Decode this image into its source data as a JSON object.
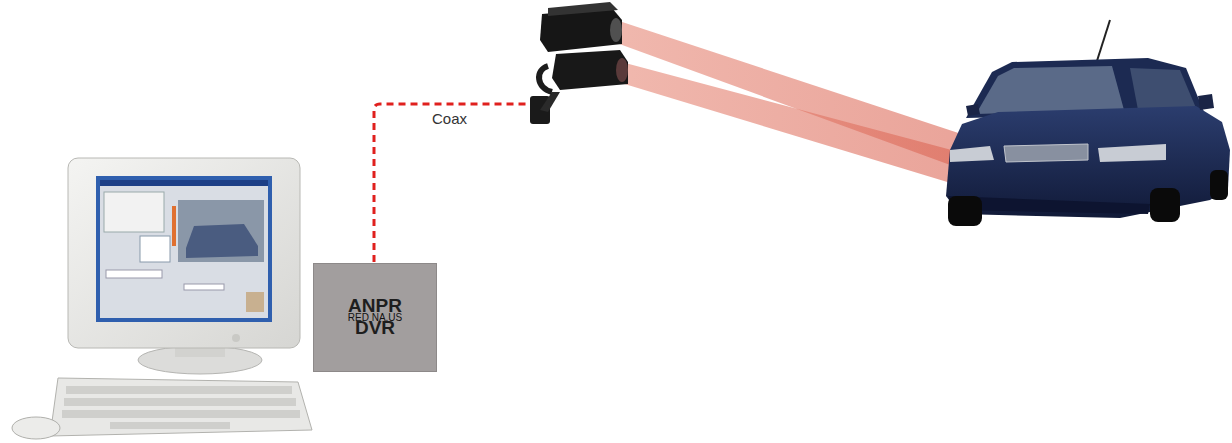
{
  "diagram": {
    "nodes": [
      {
        "text": [
          "ANPR DVR"
        ]
      },
      {
        "text": [
          "RED NA.US"
        ]
      }
    ],
    "labels": [
      "Coax"
    ]
  }
}
